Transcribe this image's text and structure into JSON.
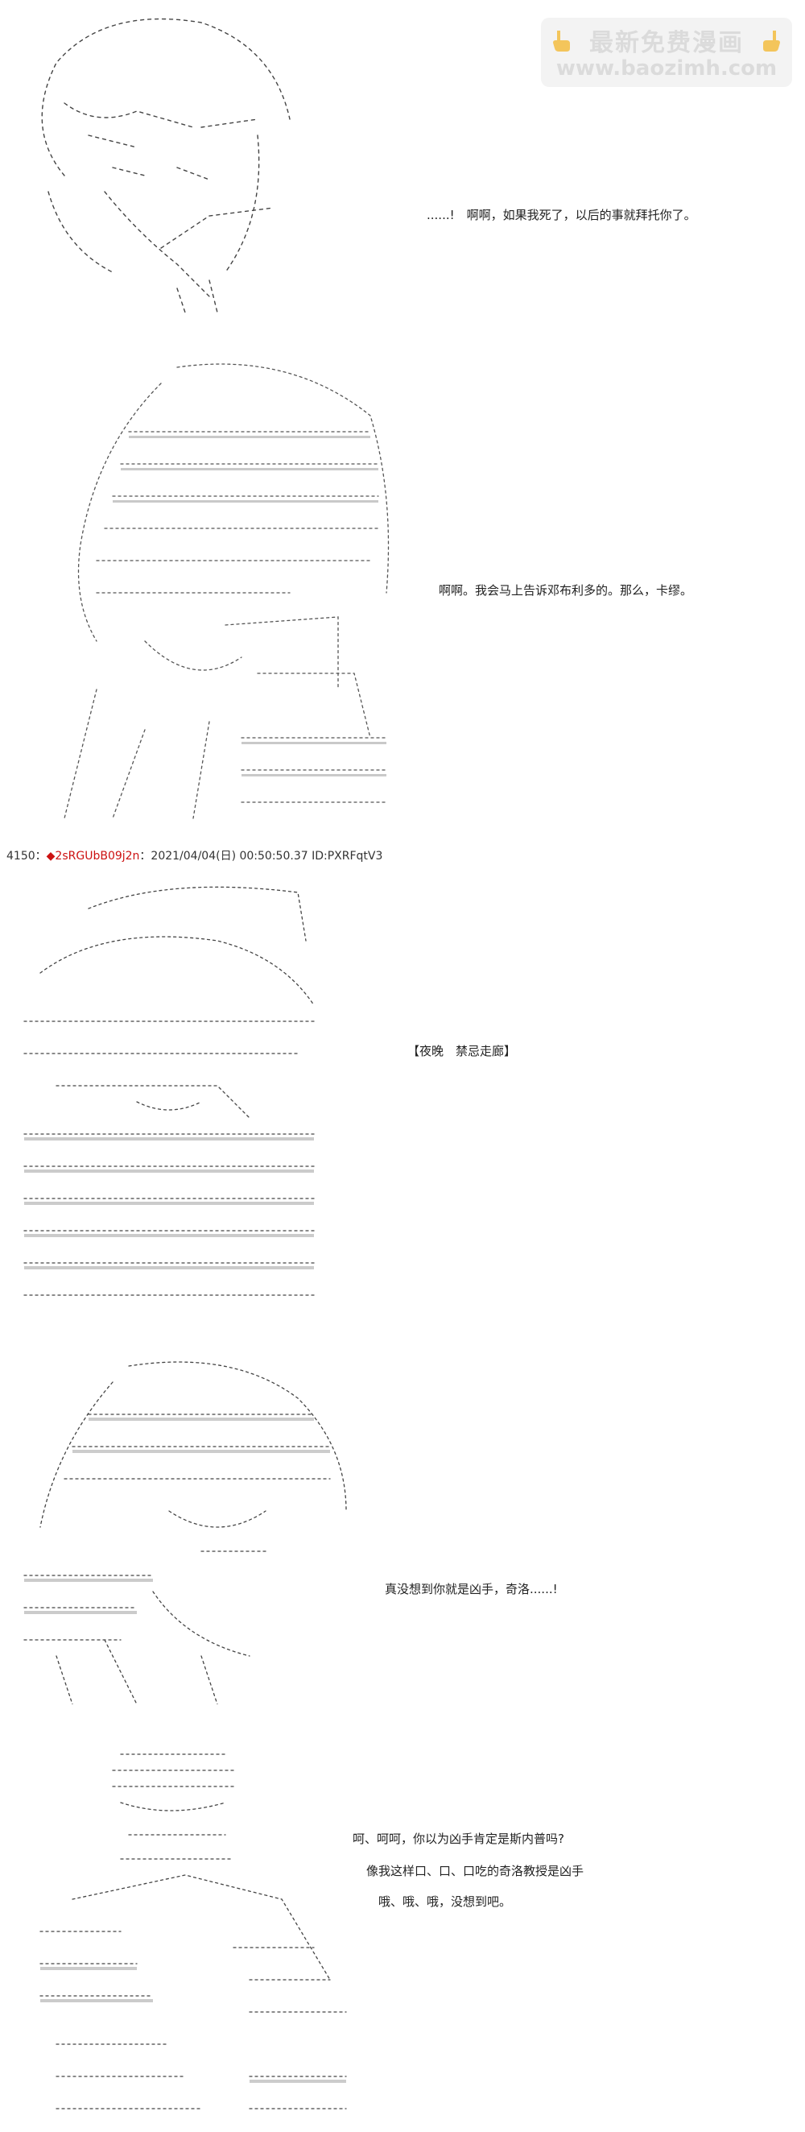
{
  "watermark": {
    "title": "最新免费漫画",
    "url": "www.baozimh.com"
  },
  "panels": [
    {
      "dialogue": [
        "......!　啊啊，如果我死了，以后的事就拜托你了。"
      ]
    },
    {
      "dialogue": [
        "啊啊。我会马上告诉邓布利多的。那么，卡缪。"
      ]
    },
    {
      "dialogue": [
        "【夜晚　禁忌走廊】"
      ]
    },
    {
      "dialogue": [
        "真没想到你就是凶手，奇洛......!"
      ]
    },
    {
      "dialogue": [
        "呵、呵呵，你以为凶手肯定是斯内普吗?",
        "像我这样口、口、口吃的奇洛教授是凶手",
        "哦、哦、哦，没想到吧。"
      ]
    }
  ],
  "post": {
    "number": "4150",
    "separator": "：",
    "diamond": "◆",
    "trip": "2sRGUbB09j2n",
    "datetime": "：2021/04/04(日) 00:50:50.37 ID:PXRFqtV3"
  },
  "colors": {
    "ink": "#444444",
    "trip": "#cc1111",
    "watermark_bg": "#f3f3f3",
    "watermark_text": "#d9d9d9",
    "watermark_hand": "#f2c14e"
  }
}
